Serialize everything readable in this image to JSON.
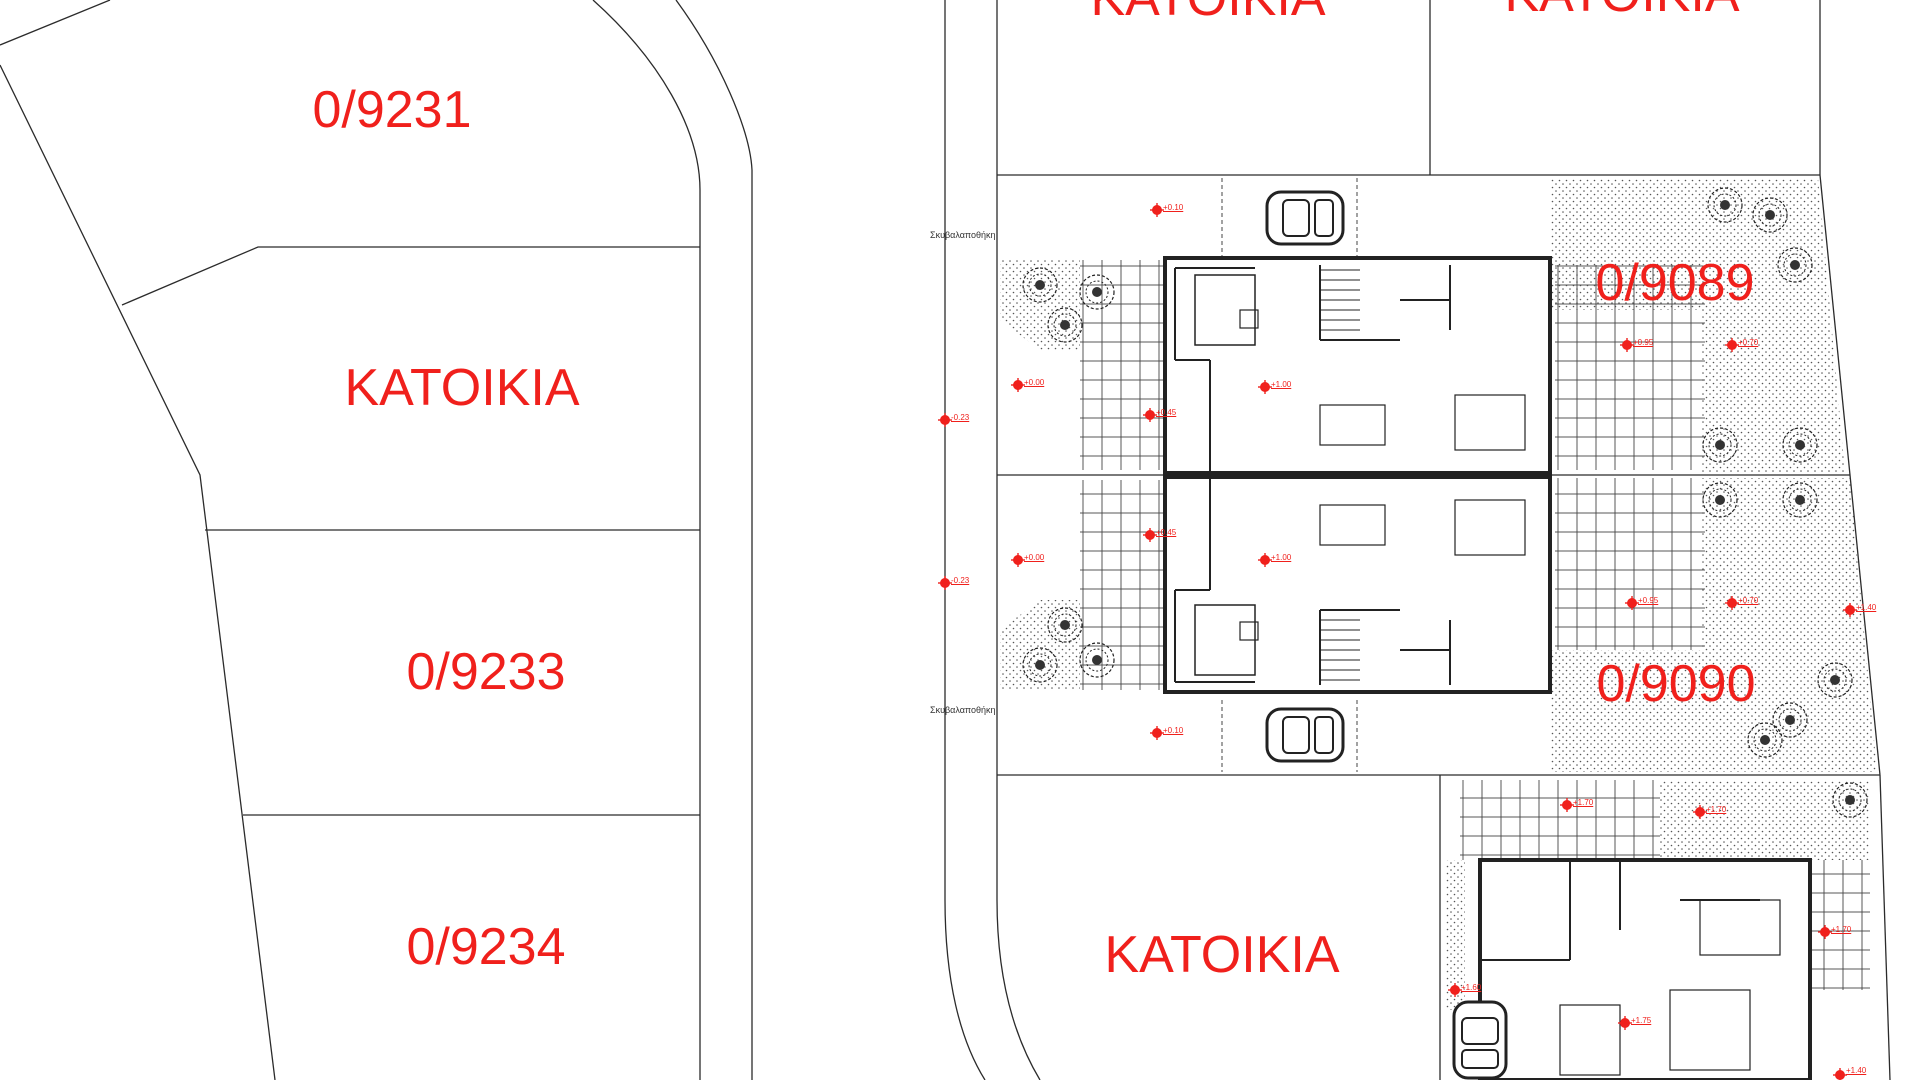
{
  "plot_labels": [
    {
      "id": "plot-0-9231",
      "text": "0/9231"
    },
    {
      "id": "plot-katoikia-left",
      "text": "KATOIKIA"
    },
    {
      "id": "plot-0-9233",
      "text": "0/9233"
    },
    {
      "id": "plot-0-9234",
      "text": "0/9234"
    },
    {
      "id": "plot-katoikia-top-1",
      "text": "KATOIKIA"
    },
    {
      "id": "plot-katoikia-top-2",
      "text": "KATOIKIA"
    },
    {
      "id": "plot-0-9089",
      "text": "0/9089"
    },
    {
      "id": "plot-0-9090",
      "text": "0/9090"
    },
    {
      "id": "plot-katoikia-bottom",
      "text": "KATOIKIA"
    }
  ],
  "annotations": {
    "bin_store_top": "Σκυβαλαποθήκη",
    "bin_store_bottom": "Σκυβαλαποθήκη"
  },
  "levels": [
    "+0.10",
    "-0.23",
    "+0.00",
    "+0.45",
    "+1.00",
    "+0.95",
    "+0.70",
    "+0.45",
    "+1.00",
    "+0.95",
    "+0.70",
    "+1.40",
    "-0.23",
    "+0.00",
    "+0.10",
    "+1.70",
    "+1.70",
    "+1.60",
    "+1.75",
    "+1.70",
    "+1.40"
  ],
  "colors": {
    "label_red": "#f0201c",
    "line": "#2b2b2b"
  }
}
